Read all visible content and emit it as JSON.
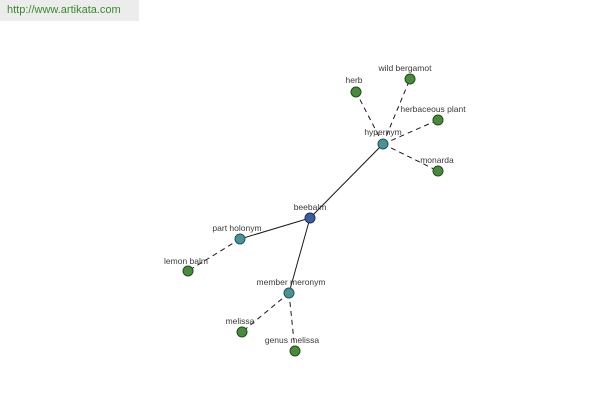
{
  "site": {
    "url_text": "http://www.artikata.com"
  },
  "colors": {
    "word_node": "#3a5d9e",
    "relation_node": "#4a9394",
    "leaf_node": "#4a8a3c",
    "link_text": "#3a8a2e"
  },
  "graph": {
    "nodes": [
      {
        "id": "beebalm",
        "label": "beebalm",
        "kind": "word"
      },
      {
        "id": "hypernym",
        "label": "hypernym",
        "kind": "relation"
      },
      {
        "id": "part_holonym",
        "label": "part holonym",
        "kind": "relation"
      },
      {
        "id": "member_meronym",
        "label": "member meronym",
        "kind": "relation"
      },
      {
        "id": "herb",
        "label": "herb",
        "kind": "leaf"
      },
      {
        "id": "wild_bergamot",
        "label": "wild bergamot",
        "kind": "leaf"
      },
      {
        "id": "herbaceous_plant",
        "label": "herbaceous plant",
        "kind": "leaf"
      },
      {
        "id": "monarda",
        "label": "monarda",
        "kind": "leaf"
      },
      {
        "id": "lemon_balm",
        "label": "lemon balm",
        "kind": "leaf"
      },
      {
        "id": "melissa",
        "label": "melissa",
        "kind": "leaf"
      },
      {
        "id": "genus_melissa",
        "label": "genus melissa",
        "kind": "leaf"
      }
    ],
    "edges": [
      {
        "from": "beebalm",
        "to": "hypernym",
        "style": "solid"
      },
      {
        "from": "beebalm",
        "to": "part_holonym",
        "style": "solid"
      },
      {
        "from": "beebalm",
        "to": "member_meronym",
        "style": "solid"
      },
      {
        "from": "hypernym",
        "to": "herb",
        "style": "dashed"
      },
      {
        "from": "hypernym",
        "to": "wild_bergamot",
        "style": "dashed"
      },
      {
        "from": "hypernym",
        "to": "herbaceous_plant",
        "style": "dashed"
      },
      {
        "from": "hypernym",
        "to": "monarda",
        "style": "dashed"
      },
      {
        "from": "part_holonym",
        "to": "lemon_balm",
        "style": "dashed"
      },
      {
        "from": "member_meronym",
        "to": "melissa",
        "style": "dashed"
      },
      {
        "from": "member_meronym",
        "to": "genus_melissa",
        "style": "dashed"
      }
    ]
  }
}
